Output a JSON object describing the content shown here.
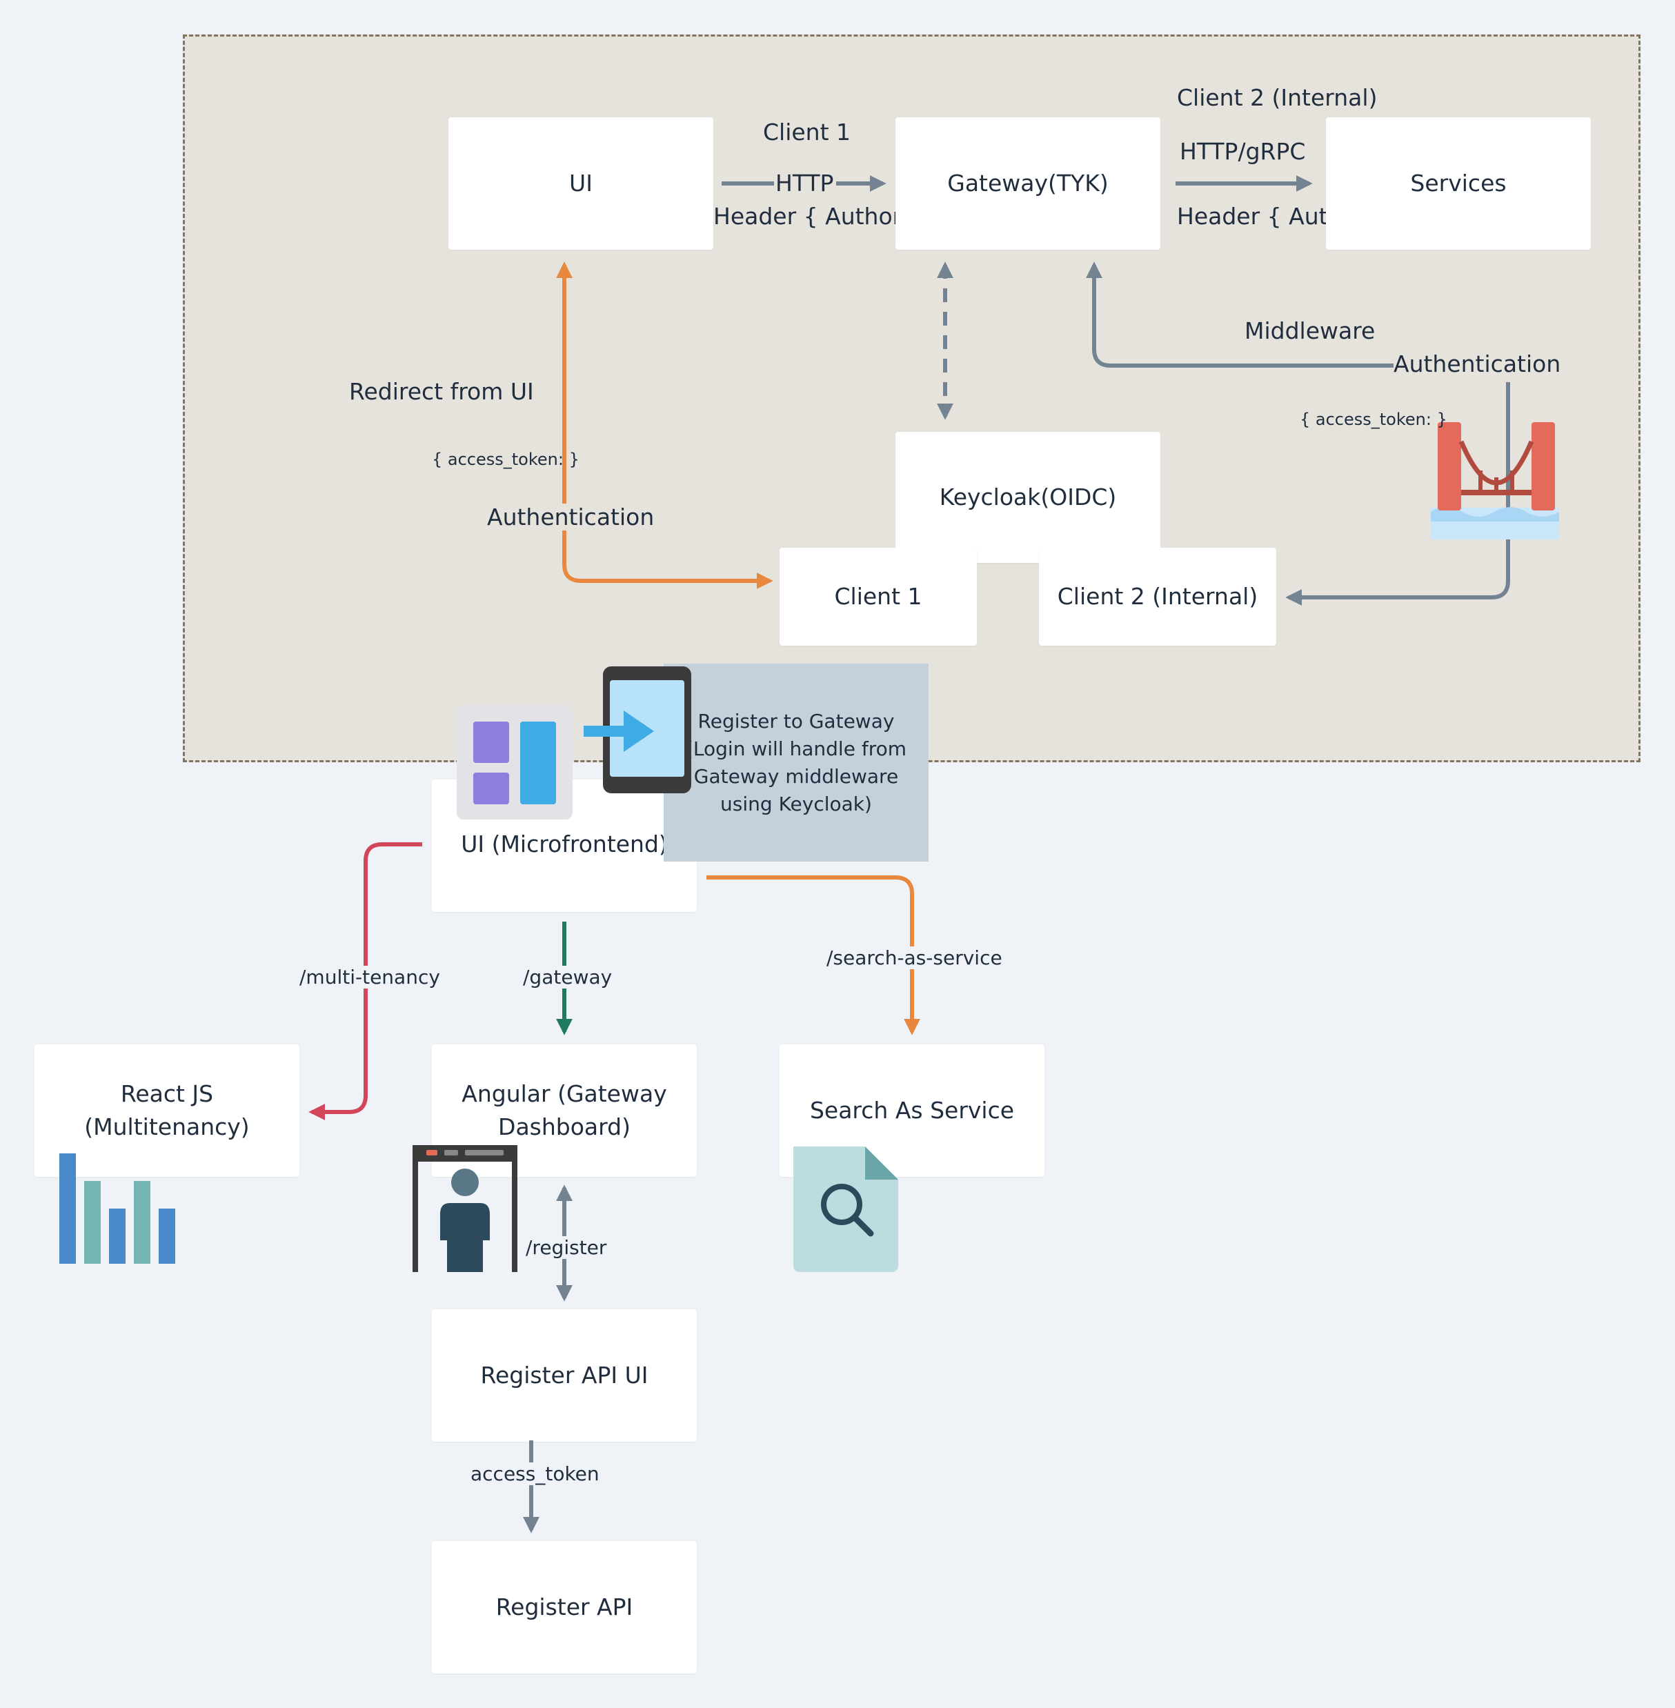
{
  "boxes": {
    "ui": "UI",
    "gateway": "Gateway(TYK)",
    "services": "Services",
    "keycloak": "Keycloak(OIDC)",
    "client1": "Client 1",
    "client2": "Client 2 (Internal)",
    "ui_micro": "UI (Microfrontend)",
    "react": "React JS (Multitenancy)",
    "angular": "Angular (Gateway Dashboard)",
    "search": "Search As Service",
    "register_ui": "Register API UI",
    "register_api": "Register API"
  },
  "labels": {
    "client1": "Client 1",
    "http": "HTTP",
    "header_ui": "Header { Authoriz",
    "client2": "Client 2 (Internal)",
    "http_grpc": "HTTP/gRPC",
    "header_gw": "Header { Auth",
    "middleware": "Middleware",
    "authentication_right": "Authentication",
    "access_token_right": "{ access_token: }",
    "redirect": "Redirect from UI",
    "access_token_left": "{ access_token: }",
    "authentication_left": "Authentication",
    "multi_tenancy": "/multi-tenancy",
    "gateway_path": "/gateway",
    "search_path": "/search-as-service",
    "register_path": "/register",
    "access_token_bottom": "access_token"
  },
  "note": "Register to Gateway (Login will handle from Gateway middleware using Keycloak)",
  "colors": {
    "gray": "#748391",
    "orange": "#e8883e",
    "red": "#d2455a",
    "green": "#1f7a60"
  }
}
